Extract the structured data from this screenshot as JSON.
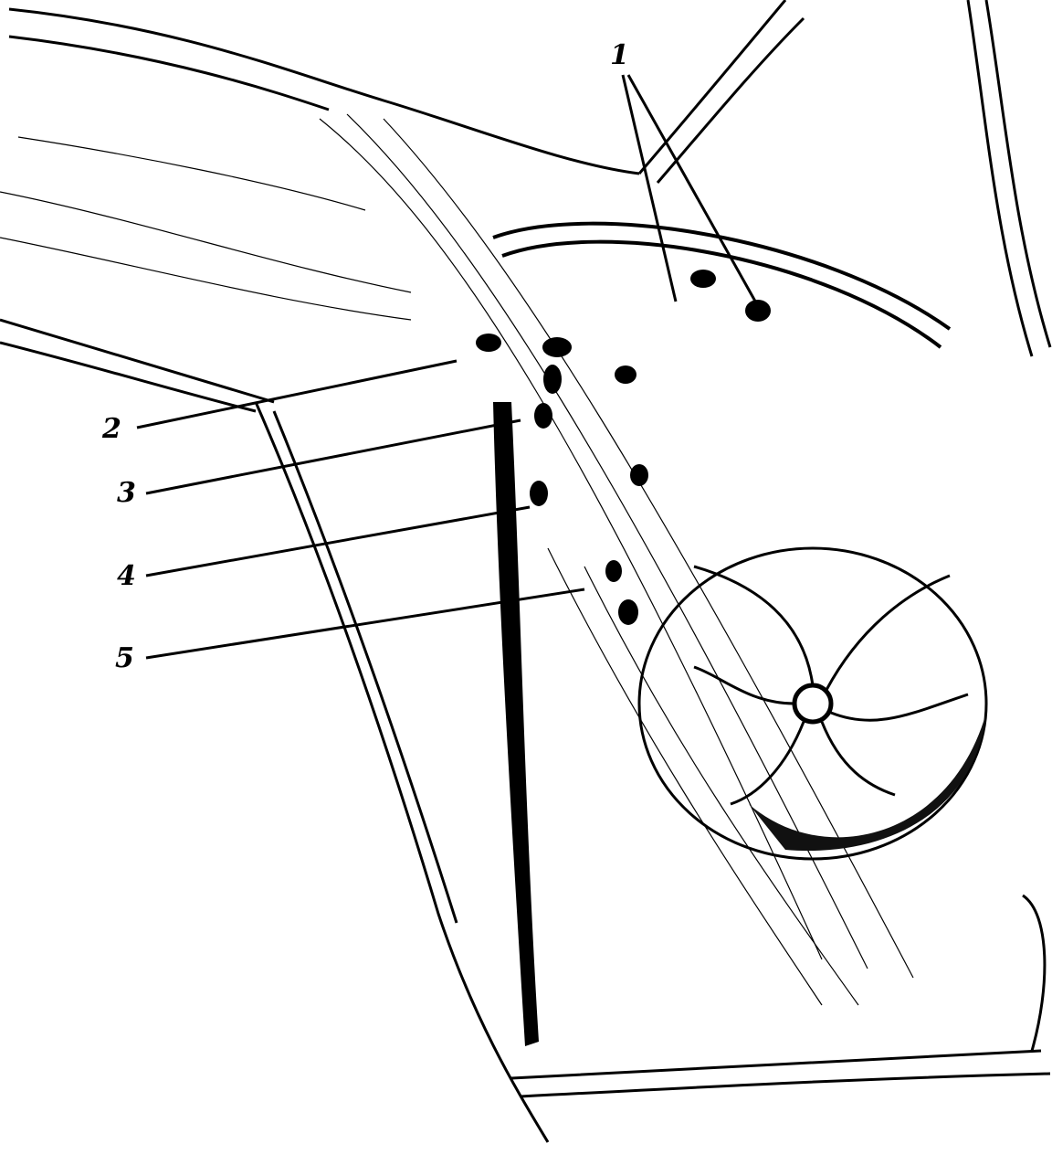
{
  "figure": {
    "labels": [
      {
        "id": "1",
        "text": "1"
      },
      {
        "id": "2",
        "text": "2"
      },
      {
        "id": "3",
        "text": "3"
      },
      {
        "id": "4",
        "text": "4"
      },
      {
        "id": "5",
        "text": "5"
      }
    ],
    "colors": {
      "ink": "#000000",
      "paper": "#ffffff"
    }
  }
}
